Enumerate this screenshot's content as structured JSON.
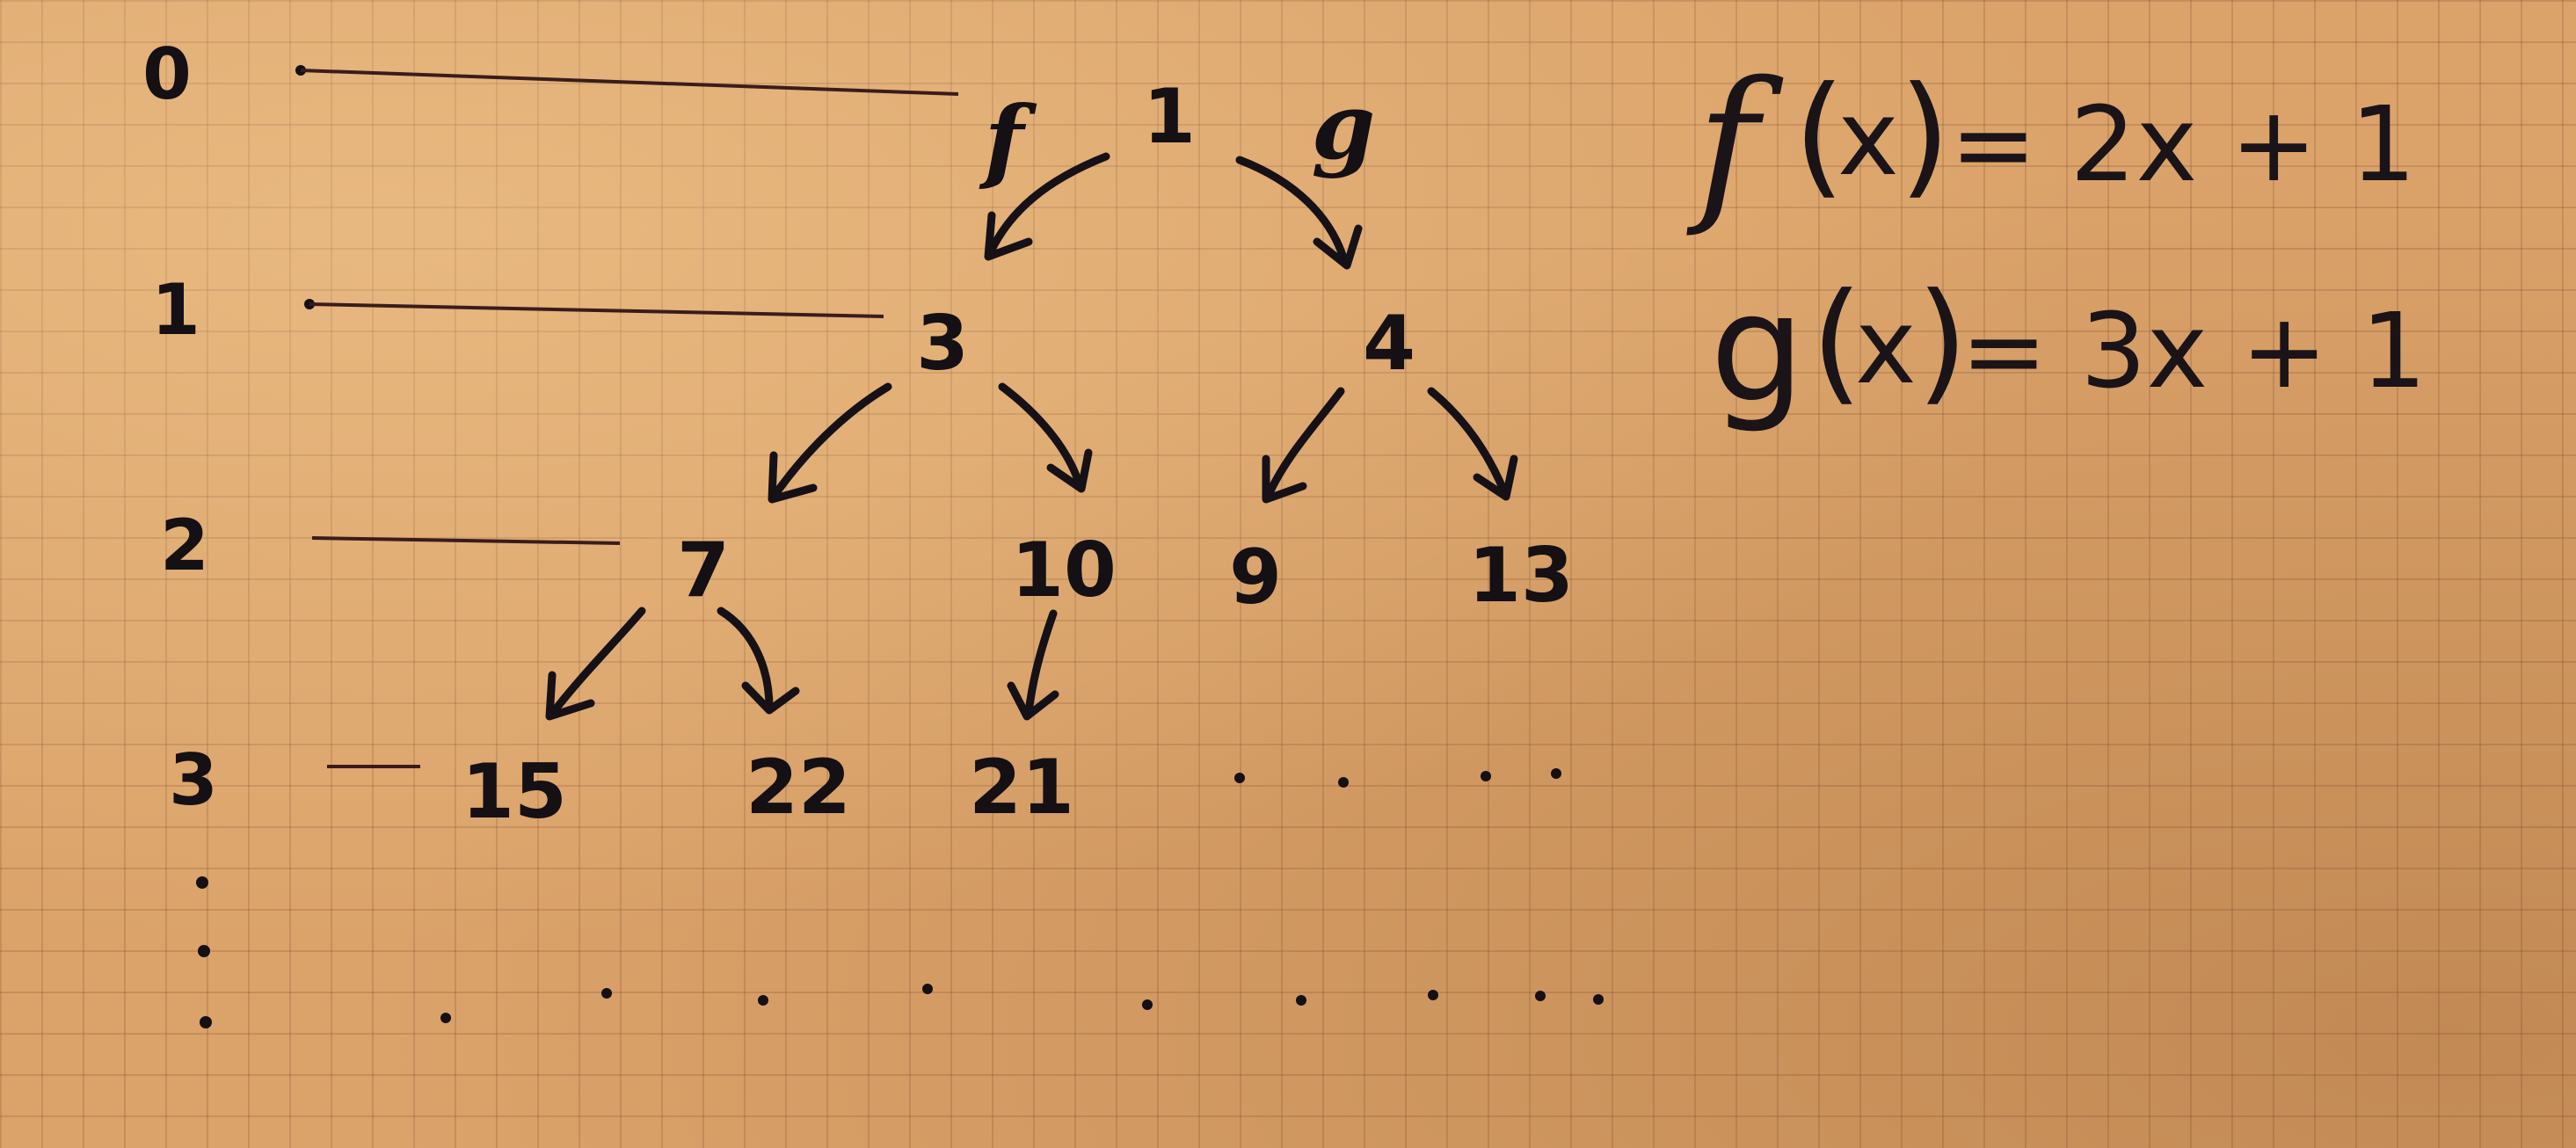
{
  "levels": [
    "0",
    "1",
    "2",
    "3"
  ],
  "edge_labels": {
    "f": "f",
    "g": "g"
  },
  "nodes": {
    "root": "1",
    "l1_left": "3",
    "l1_right": "4",
    "l2_a": "7",
    "l2_b": "10",
    "l2_c": "9",
    "l2_d": "13",
    "l3_a": "15",
    "l3_b": "22",
    "l3_c": "21"
  },
  "functions": {
    "f": {
      "name": "f",
      "arg": "x",
      "rhs": "= 2x + 1"
    },
    "g": {
      "name": "g",
      "arg": "x",
      "rhs": "= 3x + 1"
    }
  }
}
